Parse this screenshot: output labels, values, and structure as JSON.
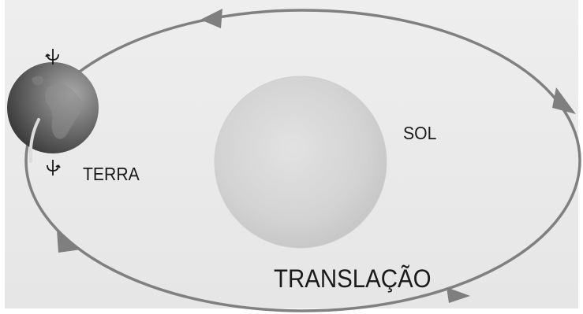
{
  "labels": {
    "sun": "SOL",
    "earth": "TERRA",
    "motion": "TRANSLAÇÃO"
  },
  "colors": {
    "background_panel": "#ececec",
    "orbit": "#808080",
    "sun": "#d6d6d6",
    "earth": "#5e5e5e",
    "text": "#1a1a1a"
  },
  "icons": [
    "rotation-arrow-icon",
    "orbit-direction-arrow-icon"
  ]
}
